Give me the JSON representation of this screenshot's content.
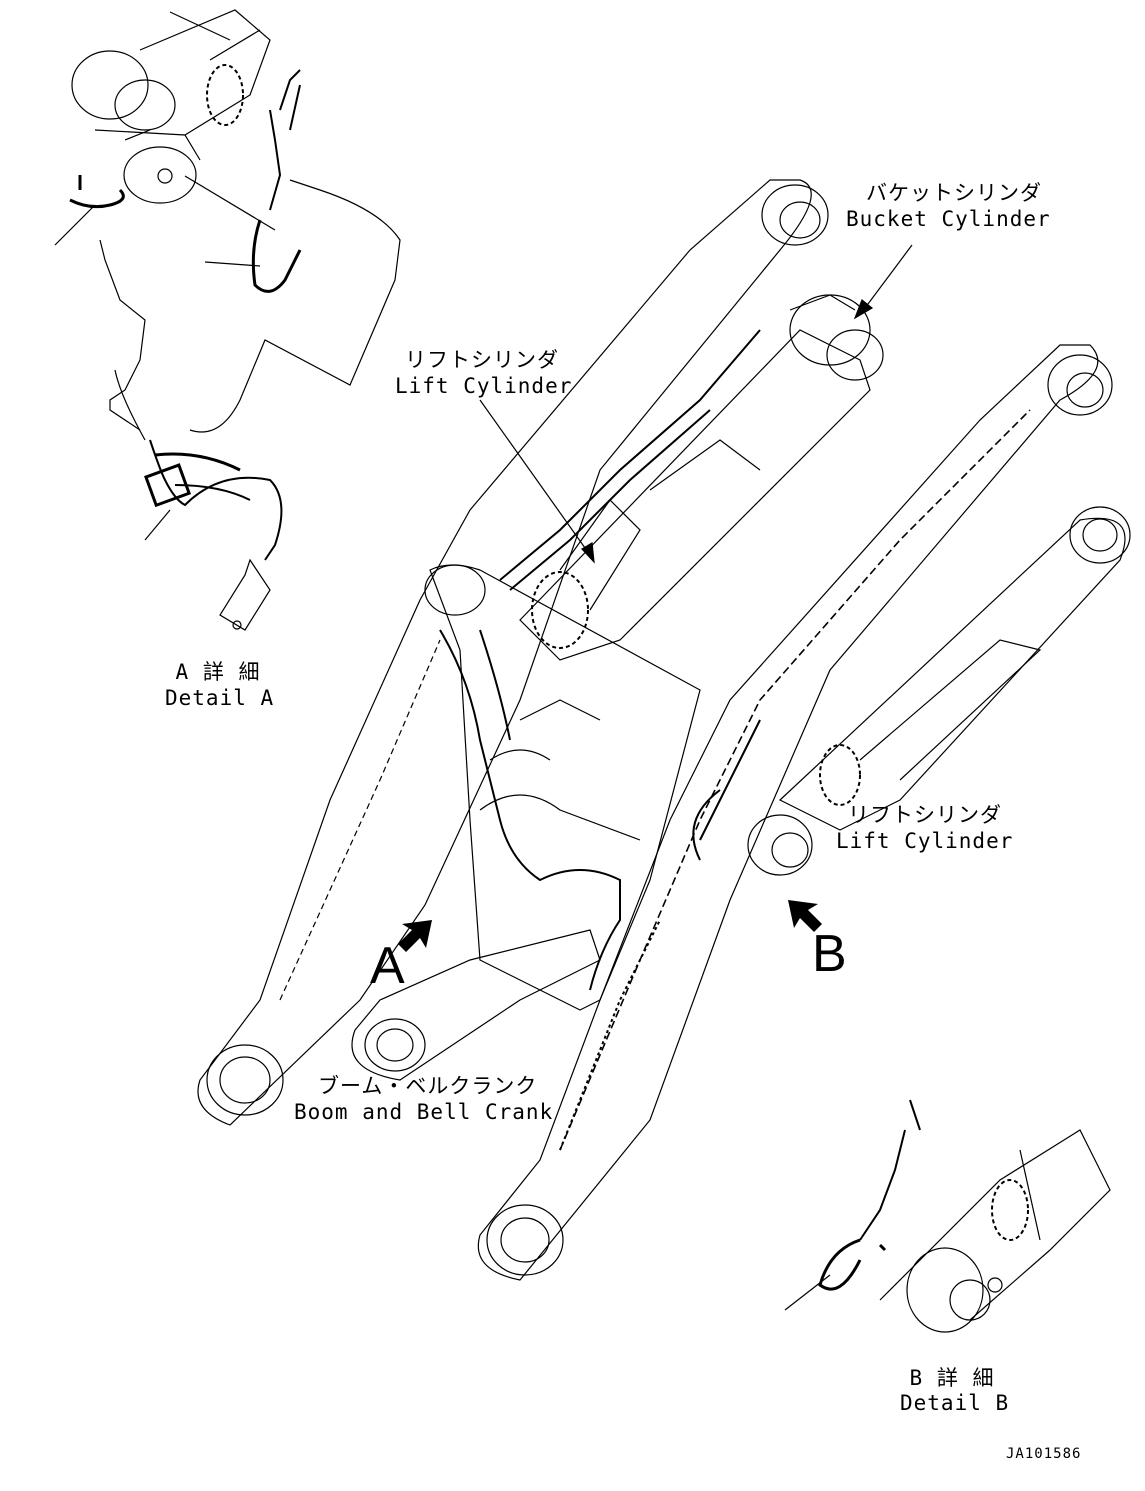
{
  "labels": {
    "bucket_cylinder": {
      "jp": "バケットシリンダ",
      "en": "Bucket Cylinder"
    },
    "lift_cylinder_upper": {
      "jp": "リフトシリンダ",
      "en": "Lift Cylinder"
    },
    "lift_cylinder_lower": {
      "jp": "リフトシリンダ",
      "en": "Lift Cylinder"
    },
    "boom_bell_crank": {
      "jp": "ブーム・ベルクランク",
      "en": "Boom and Bell Crank"
    },
    "detail_a": {
      "jp": "A 詳 細",
      "en": "Detail A"
    },
    "detail_b": {
      "jp": "B 詳 細",
      "en": "Detail B"
    },
    "view_a": "A",
    "view_b": "B",
    "drawing_code": "JA101586"
  },
  "colors": {
    "line": "#000000",
    "background": "#ffffff"
  }
}
